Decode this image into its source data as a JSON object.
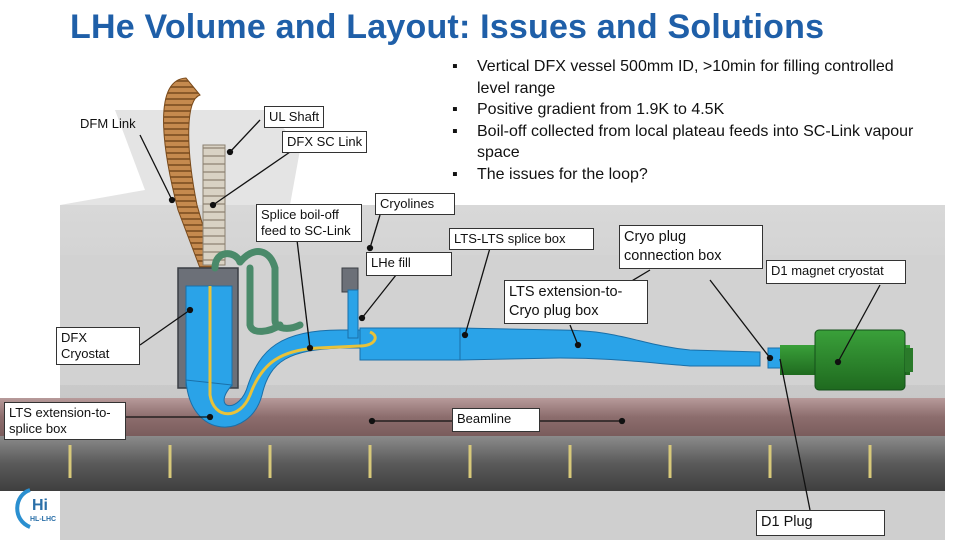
{
  "title": "LHe Volume and Layout: Issues and Solutions",
  "bullets": [
    "Vertical DFX vessel 500mm ID, >10min for filling controlled level range",
    "Positive gradient from 1.9K to 4.5K",
    "Boil-off collected from local plateau feeds into SC-Link vapour space",
    "The issues for the loop?"
  ],
  "labels": {
    "dfm_link": "DFM Link",
    "ul_shaft": "UL Shaft",
    "dfx_sc_link": "DFX SC Link",
    "splice_boiloff": "Splice boil-off feed to SC-Link",
    "cryolines": "Cryolines",
    "lts_lts_splice": "LTS-LTS splice box",
    "cryo_plug_box": "Cryo plug connection box",
    "d1_magnet": "D1 magnet cryostat",
    "lhe_fill": "LHe fill",
    "lts_ext_cryo": "LTS extension-to-Cryo plug box",
    "dfx_cryostat": "DFX Cryostat",
    "lts_ext_splice": "LTS extension-to-splice box",
    "beamline": "Beamline",
    "d1_plug": "D1 Plug"
  },
  "logo_text": "HL-LHC",
  "colors": {
    "title": "#1f5fa8",
    "helium": "#2aa3e8",
    "conductor": "#e8c23a",
    "magnet": "#2f8a2f",
    "beam_tunnel": "#8a6a6a",
    "floor": "#9a9a9a"
  }
}
